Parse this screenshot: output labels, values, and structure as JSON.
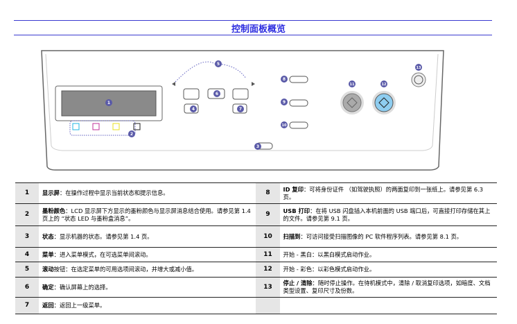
{
  "title": "控制面板概览",
  "badges": [
    "1",
    "2",
    "3",
    "4",
    "5",
    "6",
    "7",
    "8",
    "9",
    "10",
    "11",
    "12",
    "13"
  ],
  "colors": {
    "title": "#2e2ee0",
    "badge": "#5a5aa8",
    "cyan": "#1fb6e6",
    "magenta": "#c0309a",
    "yellow": "#e8e020",
    "black": "#222222",
    "start_color": "#8ecdf0"
  },
  "rows_left": [
    {
      "num": "1",
      "label": "显示屏",
      "desc": "：在操作过程中显示当前状态和提示信息。"
    },
    {
      "num": "2",
      "label": "墨粉颜色",
      "desc": "：LCD 显示屏下方显示的墨粉颜色与显示屏消息结合使用。请参见第 1.4 页上的 “状态 LED 与墨粉盒消息”。"
    },
    {
      "num": "3",
      "label": "状态",
      "desc": "：显示机器的状态。请参见第  1.4 页。"
    },
    {
      "num": "4",
      "label": "菜单",
      "desc": "：进入菜单模式，在可选菜单间滚动。"
    },
    {
      "num": "5",
      "label": "滚动",
      "desc": "按钮：在选定菜单的可用选项间滚动，并增大或减小值。"
    },
    {
      "num": "6",
      "label": "确定",
      "desc": "：确认屏幕上的选择。"
    },
    {
      "num": "7",
      "label": "返回",
      "desc": "：返回上一级菜单。"
    }
  ],
  "rows_right": [
    {
      "num": "8",
      "label": "ID 复印",
      "desc": "：可将身份证件 （如驾驶执照）的两面复印到一张纸上。请参见第  6.3 页。"
    },
    {
      "num": "9",
      "label": "USB 打印",
      "desc": "：在将 USB 闪盘插入本机前面的 USB 端口后，可直接打印存储在其上的文件。请参见第  9.1 页。"
    },
    {
      "num": "10",
      "label": "扫描到",
      "desc": "：可访问接受扫描图像的 PC 软件程序列表。请参见第  8.1 页。"
    },
    {
      "num": "11",
      "label": "",
      "desc": "开始 - 黑白：以黑白模式启动作业。"
    },
    {
      "num": "12",
      "label": "",
      "desc": "开始 - 彩色：以彩色模式启动作业。"
    },
    {
      "num": "13",
      "label": "停止 / 清除",
      "desc": "：随时停止操作。在待机模式中，清除 / 取消复印选项，如暗度、文档类型设置、复印尺寸及份数。"
    },
    {
      "num": "",
      "label": "",
      "desc": ""
    }
  ]
}
